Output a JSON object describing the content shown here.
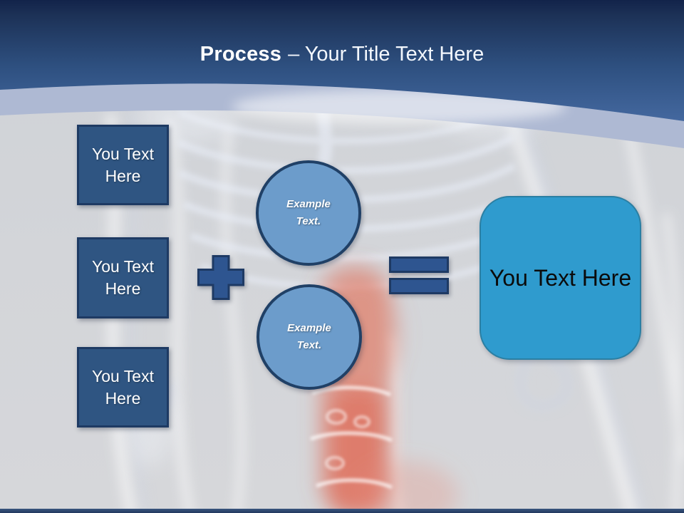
{
  "slide": {
    "header": {
      "title_bold": "Process",
      "title_regular": "– Your Title Text Here",
      "background_top_color": "#12234A",
      "background_bottom_color": "#44689F",
      "band_color": "#AEB9D3"
    },
    "input_boxes": [
      {
        "label": "You Text Here"
      },
      {
        "label": "You Text Here"
      },
      {
        "label": "You Text Here"
      }
    ],
    "operators": {
      "plus_symbol": "+",
      "equals_symbol": "="
    },
    "example_circles": [
      {
        "label": "Example Text."
      },
      {
        "label": "Example Text."
      }
    ],
    "result_box": {
      "label": "You Text Here"
    },
    "colors": {
      "input_box_fill": "#2F5582",
      "input_box_border": "#1E3A63",
      "circle_fill": "#6C9CCB",
      "circle_border": "#204066",
      "operator_fill": "#2E5590",
      "operator_border": "#1E3A64",
      "result_fill": "#2F9BCE",
      "result_border": "#2B7FA3",
      "spine_highlight": "#E06A52",
      "background_gray": "#D2D4D8"
    }
  }
}
